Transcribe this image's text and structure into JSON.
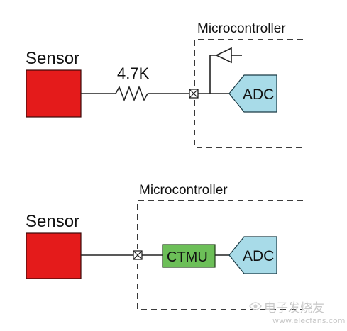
{
  "top_circuit": {
    "sensor_label": "Sensor",
    "resistor_label": "4.7K",
    "mcu_label": "Microcontroller",
    "adc_label": "ADC"
  },
  "bottom_circuit": {
    "sensor_label": "Sensor",
    "mcu_label": "Microcontroller",
    "ctmu_label": "CTMU",
    "adc_label": "ADC"
  },
  "watermark": {
    "line1": "电子发烧友",
    "line2": "www.elecfans.com"
  },
  "colors": {
    "sensor": "#e41b1b",
    "adc": "#a8dbe8",
    "ctmu": "#6cbf58",
    "line": "#222222"
  }
}
